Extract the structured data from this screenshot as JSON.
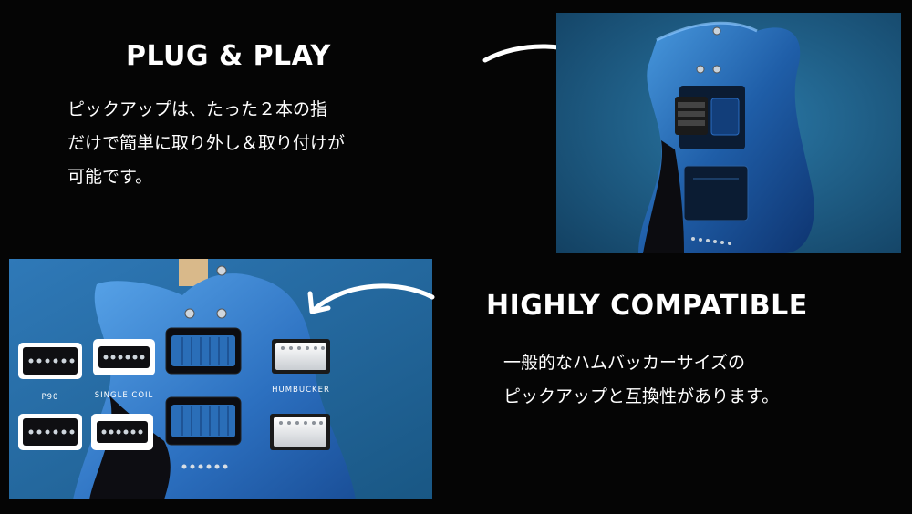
{
  "colors": {
    "background": "#050505",
    "text": "#ffffff",
    "guitar_blue": "#2f6fb0",
    "photo_bg": "#1f5f8a"
  },
  "plug_and_play": {
    "title": "PLUG & PLAY",
    "lines": [
      "ピックアップは、たった２本の指",
      "だけで簡単に取り外し＆取り付けが",
      "可能です。"
    ]
  },
  "compatible": {
    "title": "HIGHLY COMPATIBLE",
    "lines": [
      "一般的なハムバッカーサイズの",
      "ピックアップと互換性があります。"
    ]
  },
  "pickup_labels": {
    "p90": "P90",
    "single_coil": "SINGLE COIL",
    "humbucker": "HUMBUCKER"
  },
  "icons": {
    "arrow_top": "curved-arrow-right-icon",
    "arrow_bottom": "curved-arrow-left-icon"
  }
}
